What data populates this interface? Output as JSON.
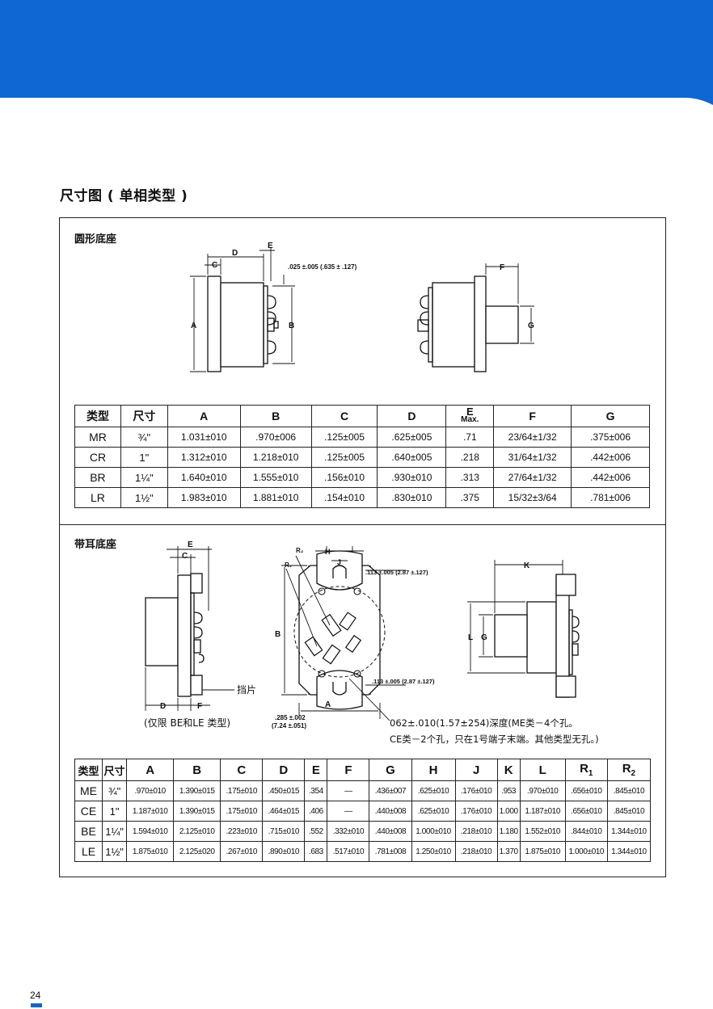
{
  "colors": {
    "banner": "#0f67d3",
    "page_mark": "#1666c2"
  },
  "page": {
    "heading": "尺寸图 ( 单相类型 )",
    "page_number": "24"
  },
  "round_base": {
    "title": "圆形底座",
    "labels": {
      "A": "A",
      "B": "B",
      "C": "C",
      "D": "D",
      "E": "E",
      "F": "F",
      "G": "G",
      "tolerance": ".025 ±.005 (.635 ± .127)"
    },
    "table": {
      "headers": {
        "type": "类型",
        "size": "尺寸",
        "A": "A",
        "B": "B",
        "C": "C",
        "D": "D",
        "E": "E",
        "E_sub": "Max.",
        "F": "F",
        "G": "G"
      },
      "rows": [
        {
          "type": "MR",
          "size": "¾\"",
          "A": "1.031±010",
          "B": ".970±006",
          "C": ".125±005",
          "D": ".625±005",
          "E": ".71",
          "F": "23/64±1/32",
          "G": ".375±006"
        },
        {
          "type": "CR",
          "size": "1\"",
          "A": "1.312±010",
          "B": "1.218±010",
          "C": ".125±005",
          "D": ".640±005",
          "E": ".218",
          "F": "31/64±1/32",
          "G": ".442±006"
        },
        {
          "type": "BR",
          "size": "1¼\"",
          "A": "1.640±010",
          "B": "1.555±010",
          "C": ".156±010",
          "D": ".930±010",
          "E": ".313",
          "F": "27/64±1/32",
          "G": ".442±006"
        },
        {
          "type": "LR",
          "size": "1½\"",
          "A": "1.983±010",
          "B": "1.881±010",
          "C": ".154±010",
          "D": ".830±010",
          "E": ".375",
          "F": "15/32±3/64",
          "G": ".781±006"
        }
      ]
    }
  },
  "eared_base": {
    "title": "带耳底座",
    "labels": {
      "A": "A",
      "B": "B",
      "C": "C",
      "D": "D",
      "E": "E",
      "F": "F",
      "G": "G",
      "H": "H",
      "J": "J",
      "K": "K",
      "L": "L",
      "R1": "R₁",
      "R2": "R₂",
      "tab": "挡片",
      "tab_note": "(仅限 BE和LE 类型)",
      "tol_top": ".113 ±.005 (2.87 ±.127)",
      "tol_bottom": ".113 ±.005 (2.87 ±.127)",
      "dim_inch": ".285 ±.002",
      "dim_mm": "(7.24 ±.051)"
    },
    "hole_note_line1": "062±.010(1.57±254)深度(ME类－4个孔。",
    "hole_note_line2": "CE类－2个孔，只在1号端子末端。其他类型无孔。)",
    "table": {
      "headers": {
        "type": "类型",
        "size": "尺寸",
        "A": "A",
        "B": "B",
        "C": "C",
        "D": "D",
        "E": "E",
        "F": "F",
        "G": "G",
        "H": "H",
        "J": "J",
        "K": "K",
        "L": "L",
        "R1": "R",
        "R1_sub": "1",
        "R2": "R",
        "R2_sub": "2"
      },
      "rows": [
        {
          "type": "ME",
          "size": "¾\"",
          "A": ".970±010",
          "B": "1.390±015",
          "C": ".175±010",
          "D": ".450±015",
          "E": ".354",
          "F": "—",
          "G": ".436±007",
          "H": ".625±010",
          "J": ".176±010",
          "K": ".953",
          "L": ".970±010",
          "R1": ".656±010",
          "R2": ".845±010"
        },
        {
          "type": "CE",
          "size": "1\"",
          "A": "1.187±010",
          "B": "1.390±015",
          "C": ".175±010",
          "D": ".464±015",
          "E": ".406",
          "F": "—",
          "G": ".440±008",
          "H": ".625±010",
          "J": ".176±010",
          "K": "1.000",
          "L": "1.187±010",
          "R1": ".656±010",
          "R2": ".845±010"
        },
        {
          "type": "BE",
          "size": "1¼\"",
          "A": "1.594±010",
          "B": "2.125±010",
          "C": ".223±010",
          "D": ".715±010",
          "E": ".552",
          "F": ".332±010",
          "G": ".440±008",
          "H": "1.000±010",
          "J": ".218±010",
          "K": "1.180",
          "L": "1.552±010",
          "R1": ".844±010",
          "R2": "1.344±010"
        },
        {
          "type": "LE",
          "size": "1½\"",
          "A": "1.875±010",
          "B": "2.125±020",
          "C": ".267±010",
          "D": ".890±010",
          "E": ".683",
          "F": ".517±010",
          "G": ".781±008",
          "H": "1.250±010",
          "J": ".218±010",
          "K": "1.370",
          "L": "1.875±010",
          "R1": "1.000±010",
          "R2": "1.344±010"
        }
      ]
    }
  }
}
